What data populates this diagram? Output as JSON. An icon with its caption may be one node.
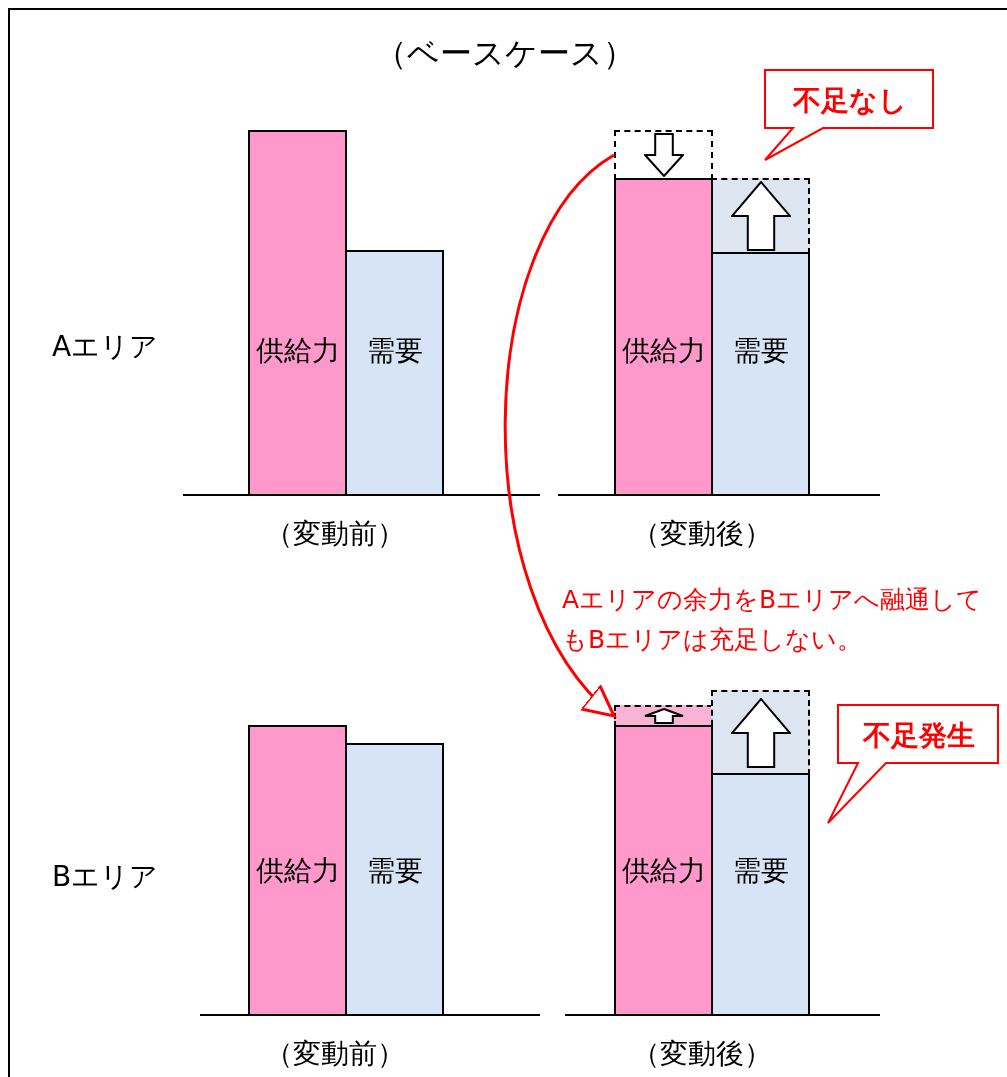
{
  "diagram": {
    "title": "（ベースケース）",
    "nodes": [
      {
        "text": [
          "不足なし"
        ]
      },
      {
        "text": [
          "供給力"
        ]
      },
      {
        "text": [
          "需要"
        ]
      },
      {
        "text": [],
        "shape": "box"
      },
      {
        "text": [],
        "shape": "box"
      },
      {
        "text": [
          "供給力"
        ]
      },
      {
        "text": [
          "需要"
        ]
      },
      {
        "text": [],
        "shape": "box"
      },
      {
        "text": [],
        "shape": "box"
      },
      {
        "text": [
          "不足発生"
        ]
      },
      {
        "text": [
          "供給力"
        ]
      },
      {
        "text": [
          "需要"
        ]
      },
      {
        "text": [
          "供給力"
        ]
      },
      {
        "text": [
          "需要"
        ]
      }
    ],
    "edges": [
      {
        "from": 3,
        "to": 7,
        "arrow": "to",
        "color": "#ff0000"
      }
    ],
    "labels": [
      "Aエリア",
      "（変動前）",
      "（変動後）",
      "Aエリアの余力をBエリアへ融通してもBエリアは充足しない。",
      "Bエリア",
      "（変動前）",
      "（変動後）"
    ]
  }
}
